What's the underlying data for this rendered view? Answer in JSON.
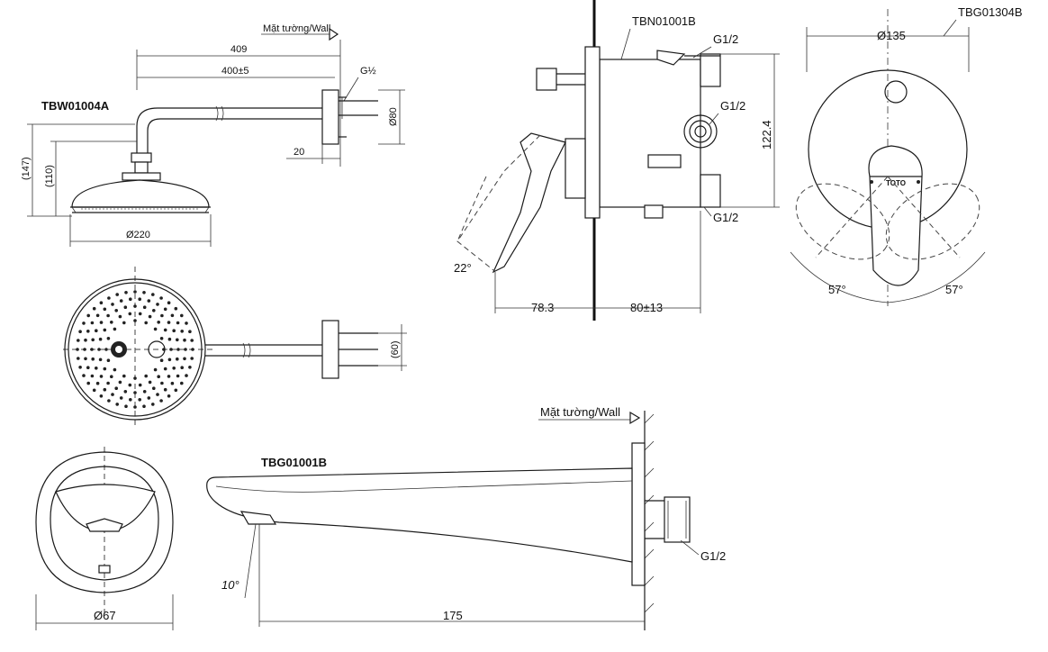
{
  "shower_head": {
    "model": "TBW01004A",
    "wall_label": "Mặt tường/Wall",
    "dim_total": "409",
    "dim_arm": "400±5",
    "dim_thread": "G½",
    "dim_flange": "Ø80",
    "dim_20": "20",
    "dim_147": "(147)",
    "dim_110": "(110)",
    "dim_head": "Ø220",
    "dim_60": "(60)"
  },
  "valve_body": {
    "model": "TBN01001B",
    "thread_top": "G1/2",
    "thread_mid": "G1/2",
    "thread_bot": "G1/2",
    "dim_height": "122.4",
    "dim_handle": "78.3",
    "dim_depth": "80±13",
    "angle": "22°"
  },
  "faceplate": {
    "model": "TBG01304B",
    "dim_diameter": "Ø135",
    "brand": "TOTO",
    "angle_left": "57°",
    "angle_right": "57°"
  },
  "spout": {
    "model": "TBG01001B",
    "wall_label": "Mặt tường/Wall",
    "thread": "G1/2",
    "angle": "10°",
    "dim_length": "175",
    "dim_diameter": "Ø67"
  }
}
